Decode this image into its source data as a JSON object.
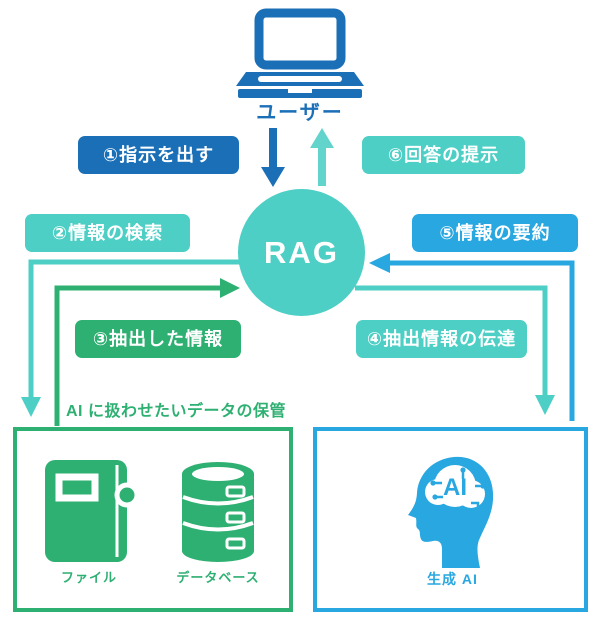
{
  "colors": {
    "dark_blue": "#1a6fb7",
    "teal": "#4dcfc5",
    "teal_light": "#63d4cb",
    "light_blue": "#29a7e0",
    "green": "#2eb072"
  },
  "user": {
    "label": "ユーザー",
    "icon": "laptop-icon"
  },
  "rag": {
    "label": "RAG"
  },
  "steps": [
    {
      "id": 1,
      "label": "①指示を出す",
      "color": "dark_blue"
    },
    {
      "id": 2,
      "label": "②情報の検索",
      "color": "teal"
    },
    {
      "id": 3,
      "label": "③抽出した情報",
      "color": "green"
    },
    {
      "id": 4,
      "label": "④抽出情報の伝達",
      "color": "teal"
    },
    {
      "id": 5,
      "label": "⑤情報の要約",
      "color": "light_blue"
    },
    {
      "id": 6,
      "label": "⑥回答の提示",
      "color": "teal"
    }
  ],
  "data_store": {
    "caption": "AI に扱わせたいデータの保管",
    "items": [
      {
        "icon": "file-icon",
        "label": "ファイル"
      },
      {
        "icon": "database-icon",
        "label": "データベース"
      }
    ]
  },
  "gen_ai": {
    "label": "生成 AI",
    "icon": "ai-head-icon",
    "brain_text": "AI"
  }
}
